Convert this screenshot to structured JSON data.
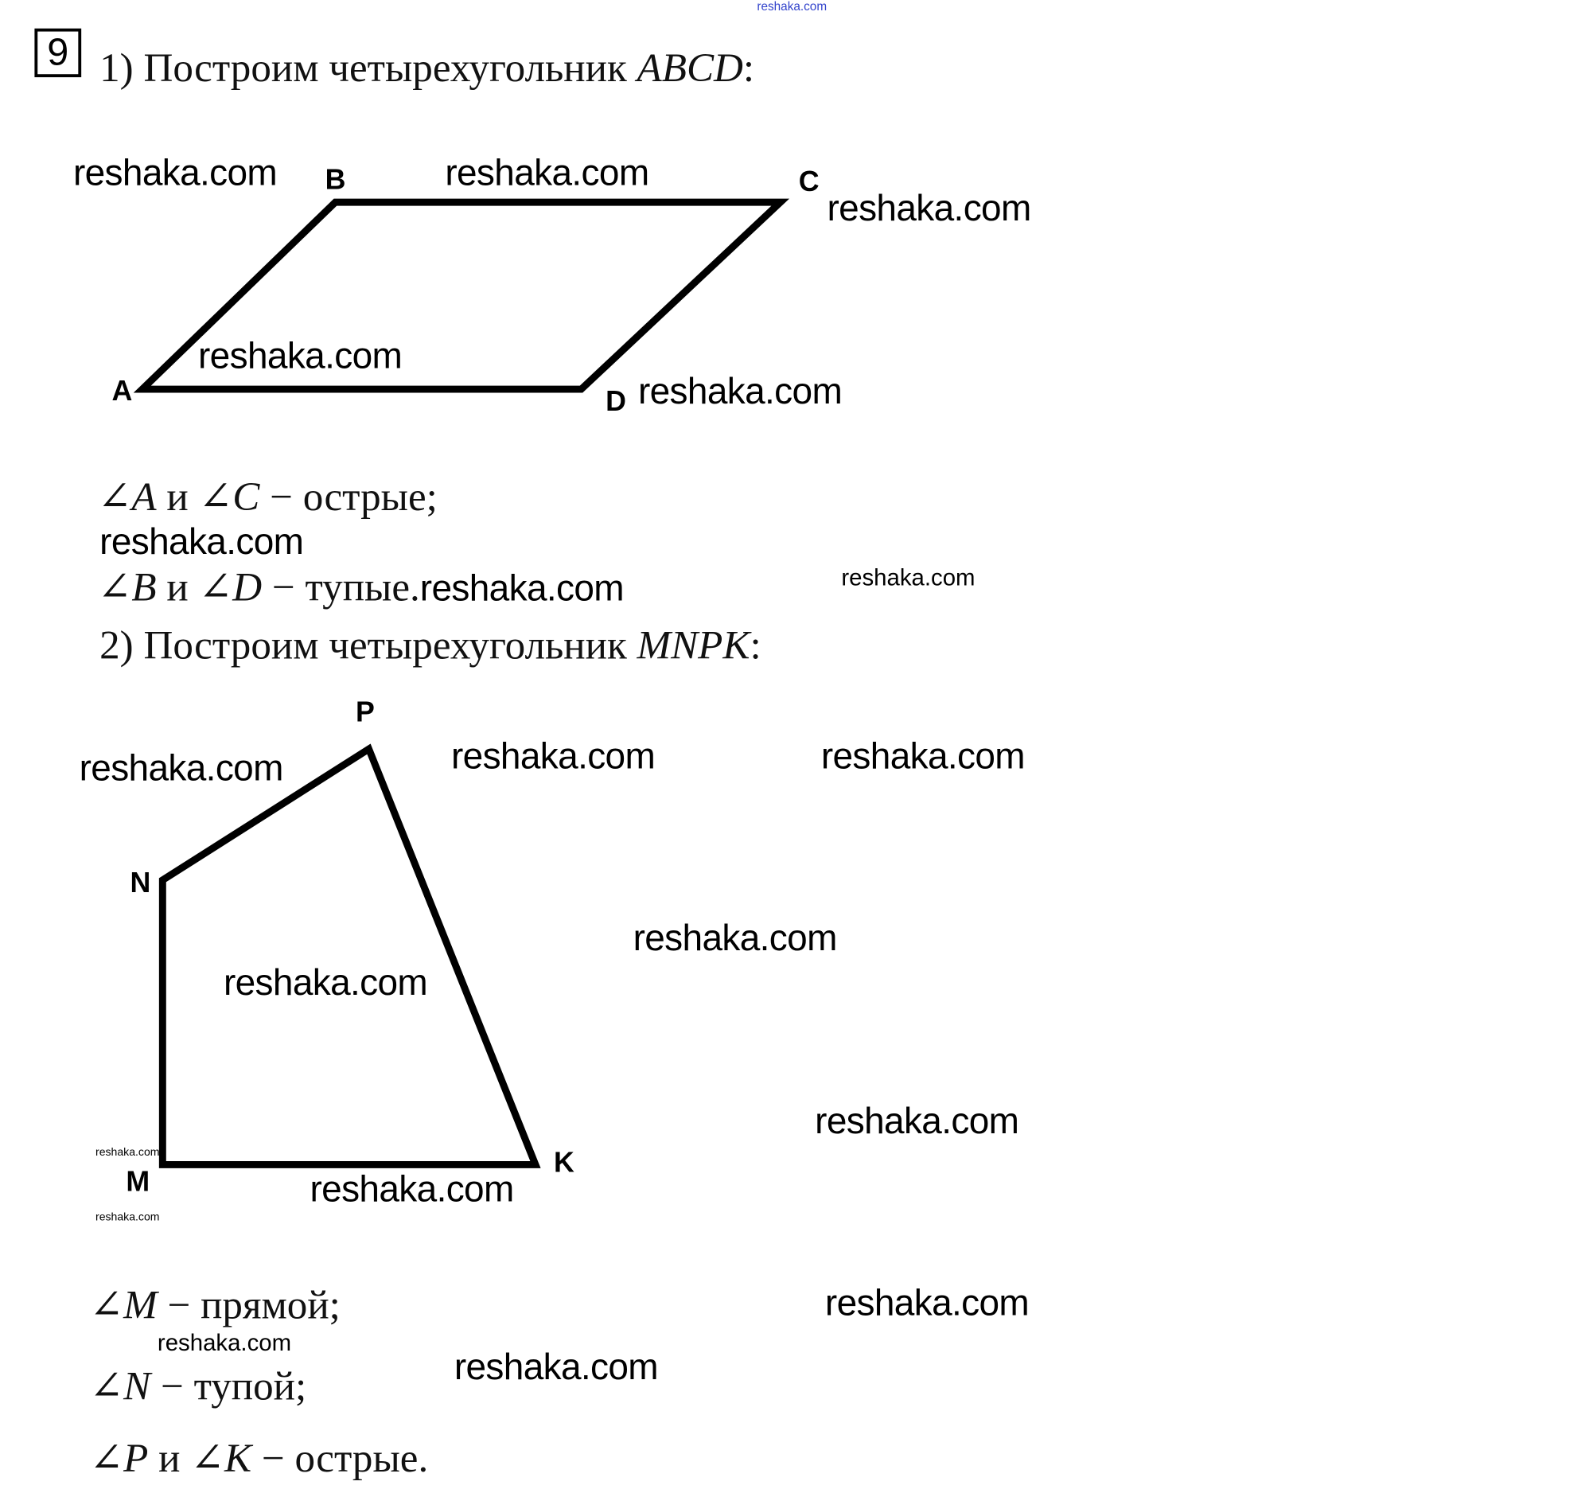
{
  "top_watermark": "reshaka.com",
  "task_number": "9",
  "part1": {
    "heading": "1) Построим четырехугольник ",
    "heading_math": "ABCD",
    "heading_tail": ":",
    "vertices": [
      "A",
      "B",
      "C",
      "D"
    ],
    "line1": {
      "a": "A",
      "and": " и ",
      "c": "C",
      "tail": " − острые;"
    },
    "line2": {
      "b": "B",
      "and": " и ",
      "d": "D",
      "tail": " − тупые."
    }
  },
  "part2": {
    "heading": "2) Построим четырехугольник ",
    "heading_math": "MNPK",
    "heading_tail": ":",
    "vertices": [
      "M",
      "N",
      "P",
      "K"
    ],
    "line1": {
      "m": "M",
      "tail": " − прямой;"
    },
    "line2": {
      "n": "N",
      "tail": " − тупой;"
    },
    "line3": {
      "p": "P",
      "and": " и ",
      "k": "K",
      "tail": " − острые."
    }
  },
  "watermark": "reshaka.com",
  "angle_symbol": "∠"
}
